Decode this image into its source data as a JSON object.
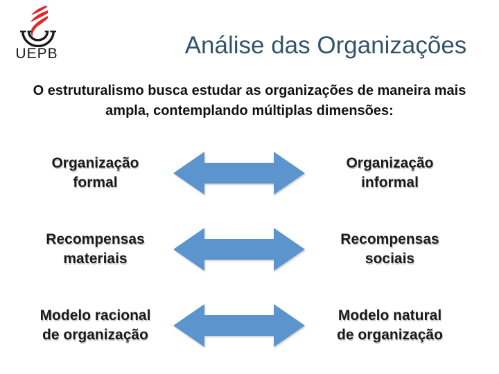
{
  "logo": {
    "abbr": "UEPB",
    "flame_icon": "flame-icon",
    "arcs_icon": "double-arc-icon"
  },
  "title": "Análise das Organizações",
  "intro": "O estruturalismo busca estudar as organizações de maneira mais ampla, contemplando múltiplas dimensões:",
  "rows": [
    {
      "left": "Organização\nformal",
      "right": "Organização\ninformal"
    },
    {
      "left": "Recompensas\nmateriais",
      "right": "Recompensas\nsociais"
    },
    {
      "left": "Modelo racional\nde organização",
      "right": "Modelo natural\nde organização"
    }
  ],
  "colors": {
    "title": "#33536b",
    "arrow": "#5c95ce",
    "flame": "#e2262c",
    "label_text": "#1a1a1a"
  }
}
